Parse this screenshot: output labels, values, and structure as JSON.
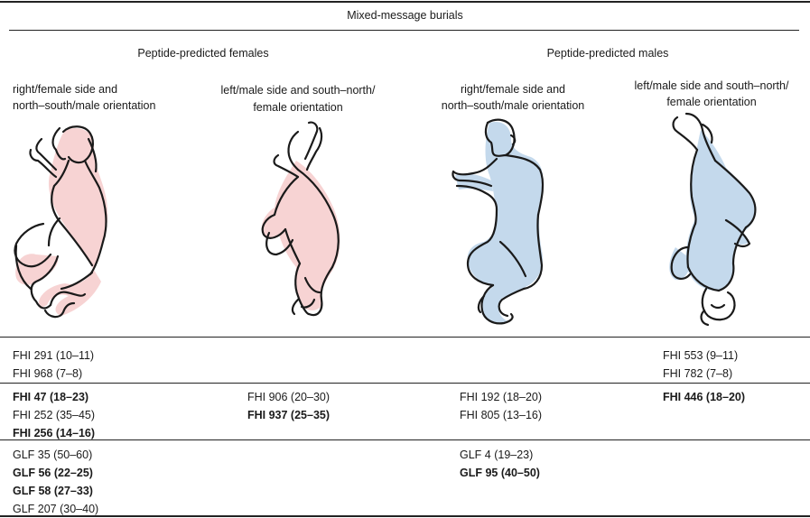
{
  "table": {
    "title": "Mixed-message burials",
    "groups": [
      {
        "label": "Peptide-predicted females"
      },
      {
        "label": "Peptide-predicted males"
      }
    ],
    "columns": [
      {
        "line1": "right/female side and",
        "line2": "north–south/male orientation",
        "figure": "female-right-side-figure"
      },
      {
        "line1": "left/male side and south–north/",
        "line2": "female orientation",
        "figure": "female-left-side-figure"
      },
      {
        "line1": "right/female side and",
        "line2": "north–south/male orientation",
        "figure": "male-right-side-figure"
      },
      {
        "line1": "left/male side and south–north/",
        "line2": "female orientation",
        "figure": "male-left-side-figure"
      }
    ],
    "rows": [
      {
        "cells": [
          [
            {
              "text": "FHI 291 (10–11)",
              "bold": false
            },
            {
              "text": "FHI 968 (7–8)",
              "bold": false
            }
          ],
          [],
          [],
          [
            {
              "text": "FHI 553 (9–11)",
              "bold": false
            },
            {
              "text": "FHI 782 (7–8)",
              "bold": false
            }
          ]
        ]
      },
      {
        "cells": [
          [
            {
              "text": "FHI 47 (18–23)",
              "bold": true
            },
            {
              "text": "FHI 252 (35–45)",
              "bold": false
            },
            {
              "text": "FHI 256 (14–16)",
              "bold": true
            }
          ],
          [
            {
              "text": "FHI 906 (20–30)",
              "bold": false
            },
            {
              "text": "FHI 937 (25–35)",
              "bold": true
            }
          ],
          [
            {
              "text": "FHI 192 (18–20)",
              "bold": false
            },
            {
              "text": "FHI 805 (13–16)",
              "bold": false
            }
          ],
          [
            {
              "text": "FHI 446 (18–20)",
              "bold": true
            }
          ]
        ]
      },
      {
        "cells": [
          [
            {
              "text": "GLF 35 (50–60)",
              "bold": false
            },
            {
              "text": "GLF 56 (22–25)",
              "bold": true
            },
            {
              "text": "GLF 58 (27–33)",
              "bold": true
            },
            {
              "text": "GLF 207 (30–40)",
              "bold": false
            }
          ],
          [],
          [
            {
              "text": "GLF 4 (19–23)",
              "bold": false
            },
            {
              "text": "GLF 95 (40–50)",
              "bold": true
            }
          ],
          []
        ]
      }
    ],
    "colors": {
      "female_fill": "#f7d3d3",
      "male_fill": "#c4d9ec",
      "ink": "#1a1a1a"
    }
  }
}
